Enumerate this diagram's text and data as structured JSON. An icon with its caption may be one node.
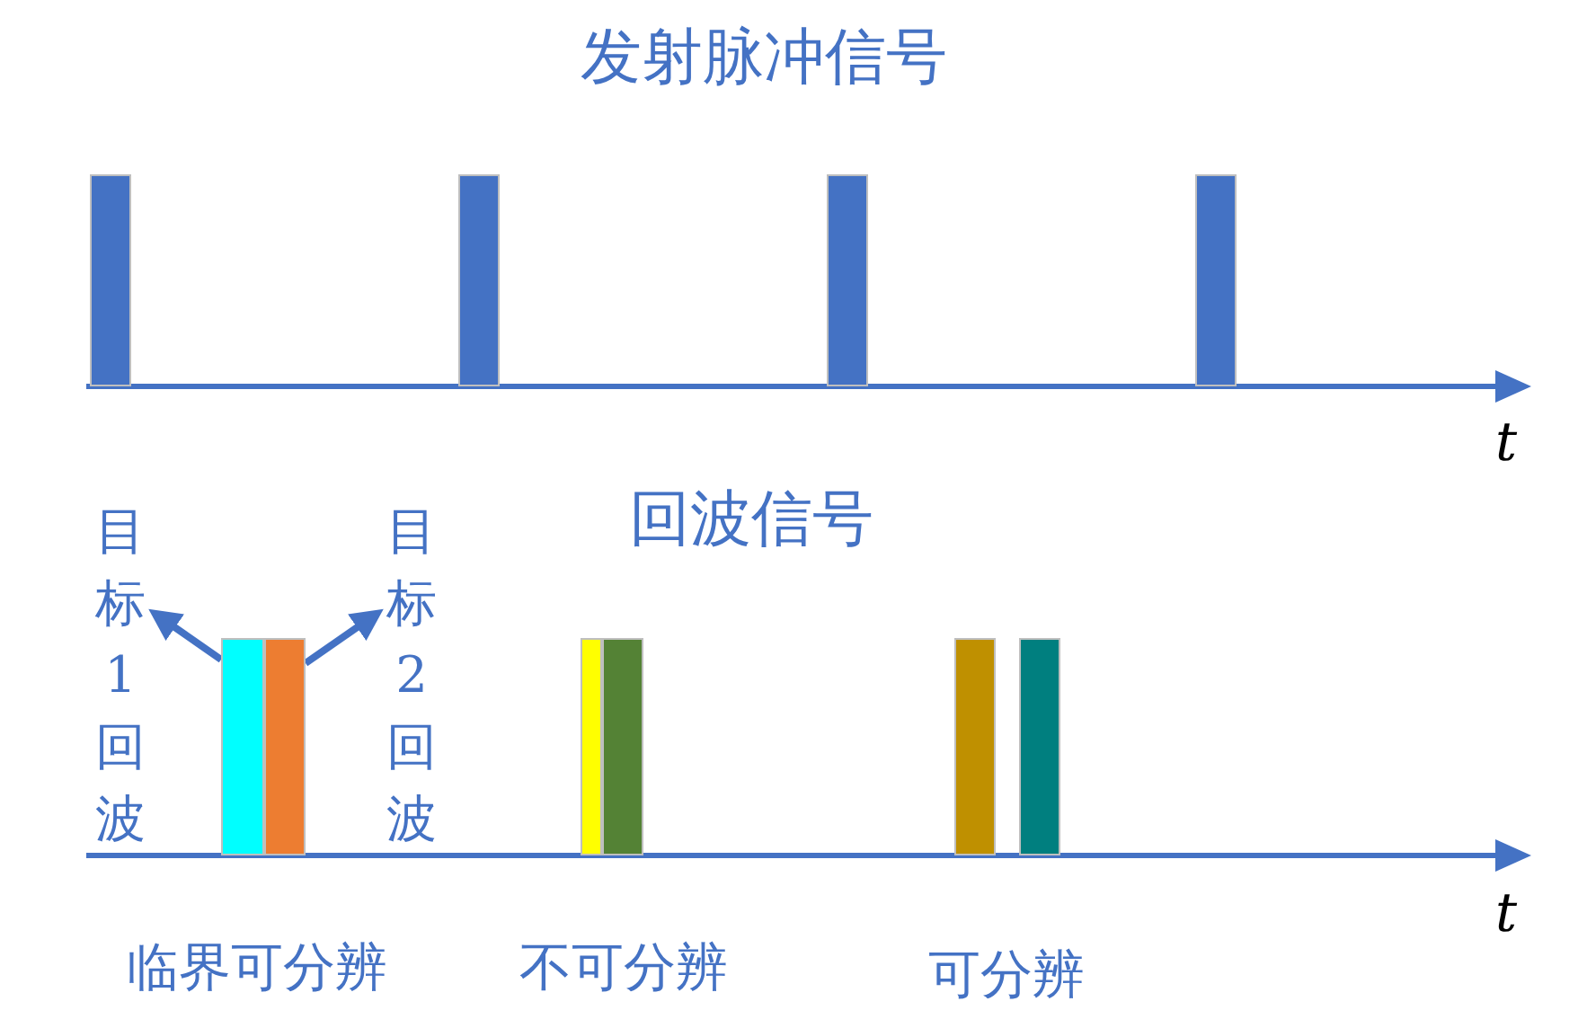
{
  "diagram": {
    "title": "发射脉冲信号",
    "nodes": [
      {
        "text": [],
        "shape": "bar"
      },
      {
        "text": [],
        "shape": "bar"
      },
      {
        "text": [],
        "shape": "bar"
      },
      {
        "text": [],
        "shape": "bar"
      },
      {
        "text": [
          "目标1回波"
        ]
      },
      {
        "text": [],
        "shape": "bar"
      },
      {
        "text": [],
        "shape": "bar"
      },
      {
        "text": [
          "目标2回波"
        ]
      },
      {
        "text": [],
        "shape": "bar"
      },
      {
        "text": [],
        "shape": "bar"
      },
      {
        "text": [],
        "shape": "bar"
      },
      {
        "text": [],
        "shape": "bar"
      }
    ],
    "edges": [
      {
        "from": 5,
        "to": 4,
        "arrow": "to"
      },
      {
        "from": 6,
        "to": 7,
        "arrow": "to"
      }
    ],
    "labels": [
      "t",
      "回波信号",
      "t",
      "临界可分辨",
      "不可分辨",
      "可分辨"
    ]
  }
}
